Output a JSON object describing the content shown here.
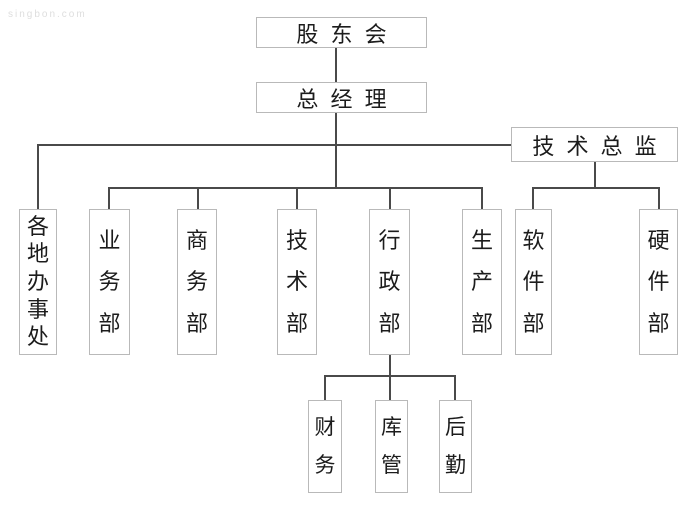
{
  "watermark": "singbon.com",
  "org": {
    "shareholders": "股东会",
    "general_manager": "总经理",
    "tech_director": "技术总监",
    "departments": {
      "offices": "各地办事处",
      "business": "业务部",
      "commerce": "商务部",
      "technology": "技术部",
      "administration": "行政部",
      "production": "生产部",
      "software": "软件部",
      "hardware": "硬件部"
    },
    "admin_children": {
      "finance": "财务",
      "warehouse": "库管",
      "logistics": "后勤"
    },
    "edges": [
      {
        "from": "股东会",
        "to": [
          "总经理"
        ]
      },
      {
        "from": "总经理",
        "to": [
          "各地办事处",
          "业务部",
          "商务部",
          "技术部",
          "行政部",
          "生产部",
          "技术总监"
        ]
      },
      {
        "from": "技术总监",
        "to": [
          "软件部",
          "硬件部"
        ]
      },
      {
        "from": "行政部",
        "to": [
          "财务",
          "库管",
          "后勤"
        ]
      }
    ]
  },
  "colors": {
    "line": "#4a4a4a",
    "box_border": "#b9b9b9",
    "text": "#1c1c1c",
    "watermark": "#dedede"
  }
}
